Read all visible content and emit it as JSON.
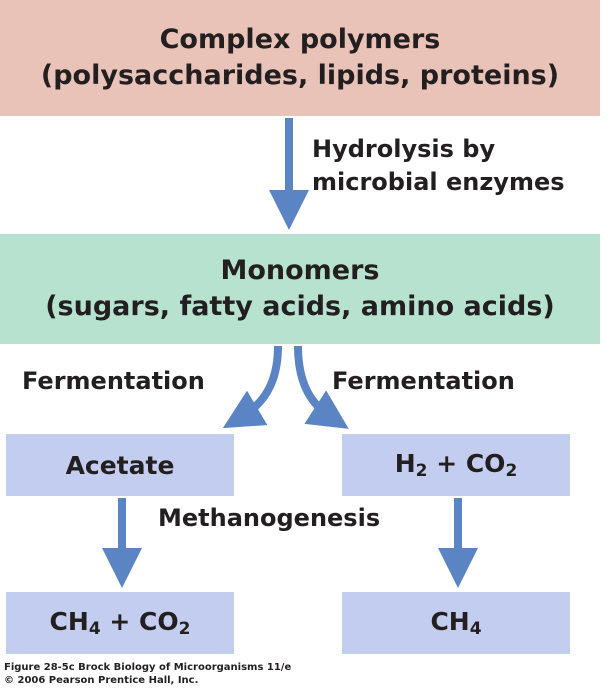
{
  "boxes": {
    "polymers": {
      "line1": "Complex polymers",
      "line2": "(polysaccharides, lipids, proteins)"
    },
    "monomers": {
      "line1": "Monomers",
      "line2": "(sugars, fatty acids, amino acids)"
    },
    "acetate": "Acetate",
    "h2_co2": {
      "h": "H",
      "sub2a": "2",
      "plus": " + CO",
      "sub2b": "2"
    },
    "ch4_co2": {
      "ch": "CH",
      "sub4": "4",
      "plus": " + CO",
      "sub2": "2"
    },
    "ch4": {
      "ch": "CH",
      "sub4": "4"
    }
  },
  "labels": {
    "hydrolysis_line1": "Hydrolysis by",
    "hydrolysis_line2": "microbial enzymes",
    "fermentation_left": "Fermentation",
    "fermentation_right": "Fermentation",
    "methanogenesis": "Methanogenesis"
  },
  "caption": {
    "line1": "Figure 28-5c  Brock Biology of Microorganisms 11/e",
    "line2": "© 2006 Pearson Prentice Hall, Inc."
  },
  "colors": {
    "polymers_box": "#e9c3b8",
    "monomers_box": "#b8e2d0",
    "product_box": "#c3cdef",
    "arrow": "#5b84c4"
  }
}
